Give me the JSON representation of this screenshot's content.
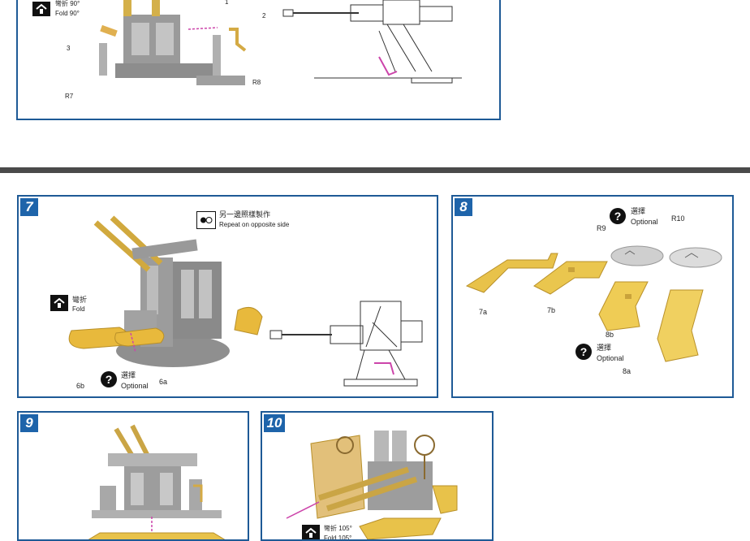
{
  "steps": [
    {
      "number": "7"
    },
    {
      "number": "8"
    },
    {
      "number": "9"
    },
    {
      "number": "10"
    }
  ],
  "top_panel": {
    "fold_cn": "彎折 90°",
    "fold_en": "Fold 90°",
    "part_labels": [
      "1",
      "2",
      "3",
      "R7",
      "R8"
    ]
  },
  "step7": {
    "repeat_cn": "另一邊照樣製作",
    "repeat_en": "Repeat on opposite side",
    "fold_cn": "彎折",
    "fold_en": "Fold",
    "optional_cn": "選擇",
    "optional_en": "Optional",
    "part_labels": [
      "6b",
      "6a"
    ]
  },
  "step8": {
    "optional_cn_1": "選擇",
    "optional_en_1": "Optional",
    "optional_cn_2": "選擇",
    "optional_en_2": "Optional",
    "part_labels": [
      "R9",
      "R10",
      "7a",
      "7b",
      "8b",
      "8a"
    ]
  },
  "step10": {
    "fold_cn": "彎折 105°",
    "fold_en": "Fold 105°"
  },
  "colors": {
    "frame_blue": "#1e5a96",
    "badge_blue": "#1e64aa",
    "divider": "#4a4a4a",
    "part_gold": "#e8c24a",
    "model_grey": "#a9a9a9",
    "highlight_magenta": "#cc44aa"
  }
}
